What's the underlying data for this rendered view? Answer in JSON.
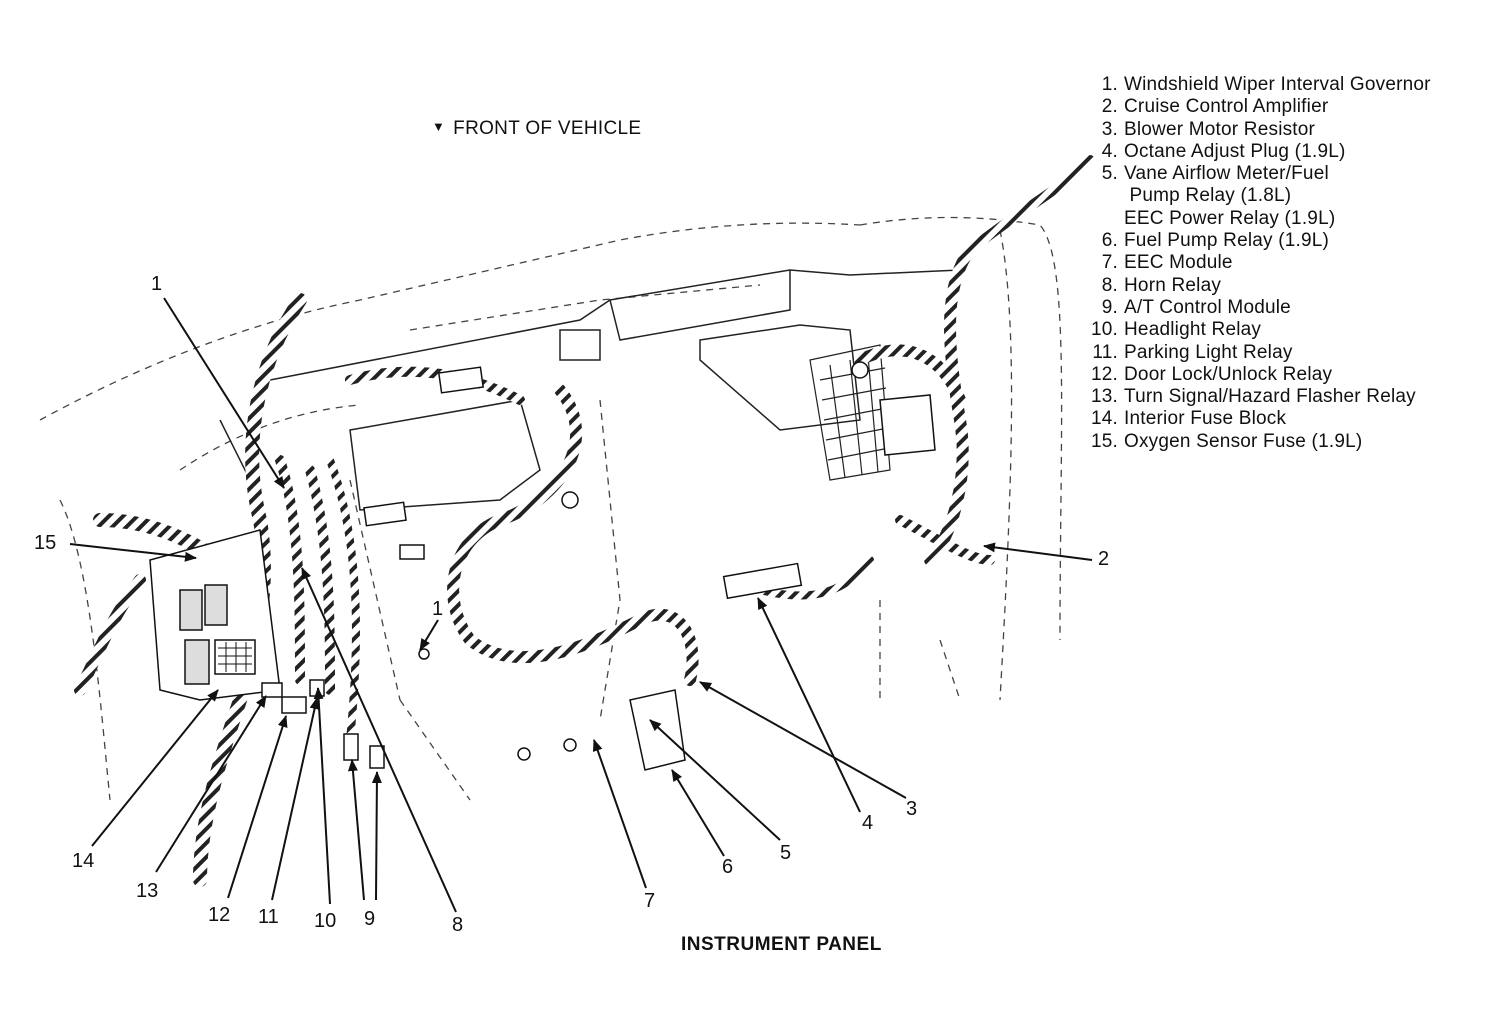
{
  "orientation": {
    "label": "FRONT OF VEHICLE",
    "arrow_icon": "arrow-down-icon"
  },
  "caption": "INSTRUMENT PANEL",
  "legend": [
    {
      "num": "1.",
      "text": "Windshield Wiper Interval Governor"
    },
    {
      "num": "2.",
      "text": "Cruise Control Amplifier"
    },
    {
      "num": "3.",
      "text": "Blower Motor Resistor"
    },
    {
      "num": "4.",
      "text": "Octane Adjust Plug (1.9L)"
    },
    {
      "num": "5.",
      "text": "Vane Airflow Meter/Fuel"
    },
    {
      "num": "",
      "text": " Pump Relay (1.8L)"
    },
    {
      "num": "",
      "text": "EEC Power Relay (1.9L)"
    },
    {
      "num": "6.",
      "text": "Fuel Pump Relay (1.9L)"
    },
    {
      "num": "7.",
      "text": "EEC Module"
    },
    {
      "num": "8.",
      "text": "Horn Relay"
    },
    {
      "num": "9.",
      "text": "A/T Control Module"
    },
    {
      "num": "10.",
      "text": "Headlight Relay"
    },
    {
      "num": "11.",
      "text": "Parking Light Relay"
    },
    {
      "num": "12.",
      "text": "Door Lock/Unlock Relay"
    },
    {
      "num": "13.",
      "text": "Turn Signal/Hazard Flasher Relay"
    },
    {
      "num": "14.",
      "text": "Interior Fuse Block"
    },
    {
      "num": "15.",
      "text": "Oxygen Sensor Fuse (1.9L)"
    }
  ],
  "callouts": {
    "c1": "1",
    "c1b": "1",
    "c2": "2",
    "c3": "3",
    "c4": "4",
    "c5": "5",
    "c6": "6",
    "c7": "7",
    "c8": "8",
    "c9": "9",
    "c10": "10",
    "c11": "11",
    "c12": "12",
    "c13": "13",
    "c14": "14",
    "c15": "15"
  }
}
